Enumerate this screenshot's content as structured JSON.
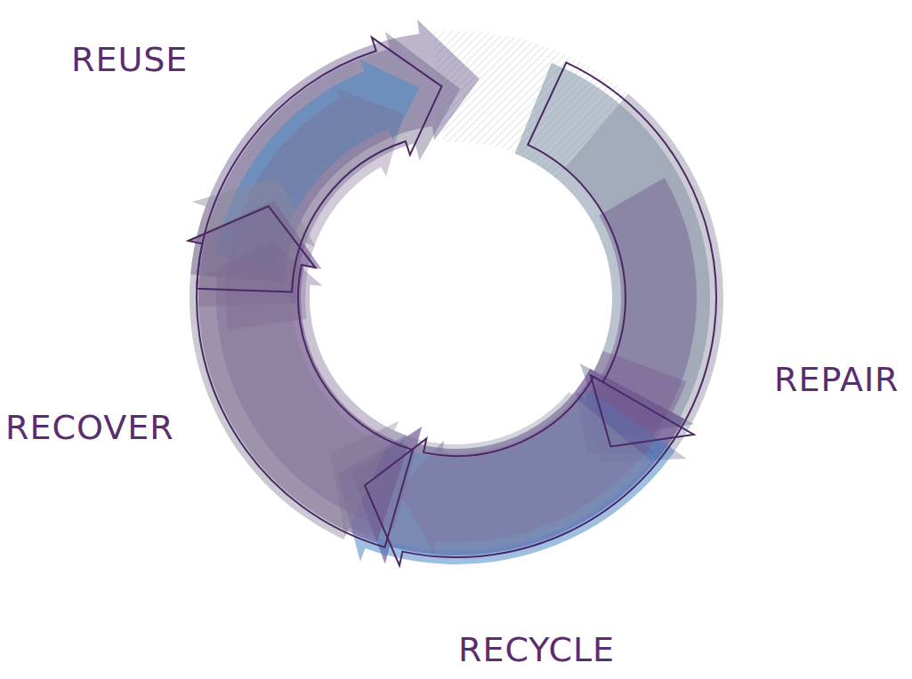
{
  "diagram": {
    "labels": [
      "REUSE",
      "REPAIR",
      "RECOVER",
      "RECYCLE"
    ]
  }
}
